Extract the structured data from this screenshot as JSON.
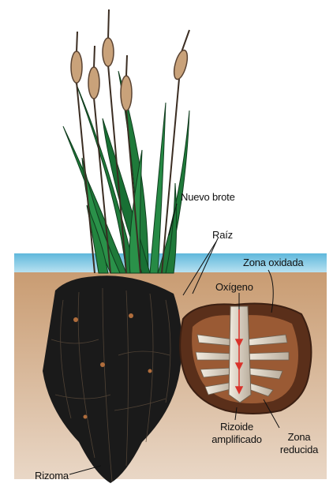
{
  "labels": {
    "nuevo_brote": "Nuevo brote",
    "raiz": "Raíz",
    "zona_oxidada": "Zona oxidada",
    "oxigeno": "Oxígeno",
    "rizoide": "Rizoide",
    "amplificado": "amplificado",
    "zona": "Zona",
    "reducida": "reducida",
    "rizoma": "Rizoma"
  },
  "colors": {
    "water": "#7ec8e3",
    "soil": "#c8966a",
    "leaf": "#1f7a3a",
    "cattail_head": "#c9a27a",
    "roots": "#1a1a1a",
    "oxygen_arrow": "#d9322b"
  }
}
